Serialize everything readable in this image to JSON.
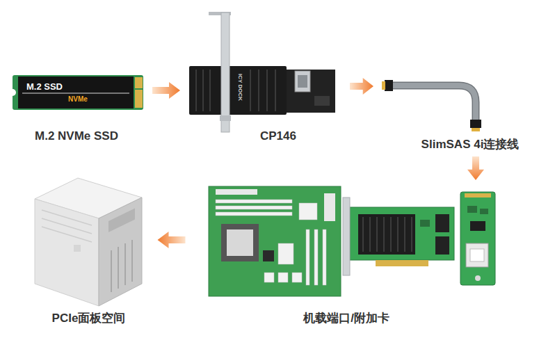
{
  "diagram": {
    "nodes": [
      {
        "text": [
          "M.2 NVMe SSD"
        ]
      },
      {
        "text": [
          "CP146"
        ]
      },
      {
        "text": [
          "SlimSAS 4i连接线"
        ]
      },
      {
        "text": [
          "机载端口/附加卡"
        ]
      },
      {
        "text": [
          "PCIe面板空间"
        ]
      }
    ],
    "edges": [
      {
        "from": 0,
        "to": 1,
        "arrow": "to"
      },
      {
        "from": 1,
        "to": 2,
        "arrow": "to"
      },
      {
        "from": 2,
        "to": 3,
        "arrow": "to"
      },
      {
        "from": 3,
        "to": 4,
        "arrow": "to"
      }
    ],
    "labels": [
      "M.2 SSD",
      "NVMe",
      "ICY DOCK"
    ]
  }
}
